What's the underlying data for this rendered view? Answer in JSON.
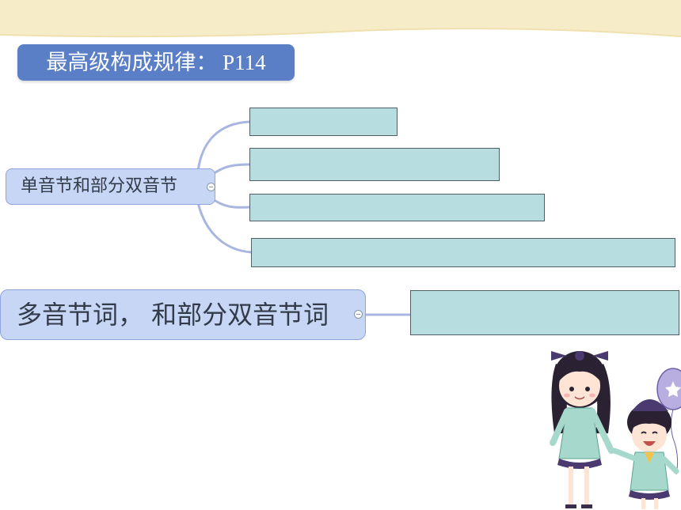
{
  "title": "最高级构成规律： P114",
  "nodes": {
    "node_1": {
      "label": "单音节和部分双音节"
    },
    "node_2": {
      "label": "多音节词， 和部分双音节词"
    }
  },
  "colors": {
    "top_band": "#f6ecc8",
    "title_pill": "#5b7fc6",
    "node_fill": "#c6d6f4",
    "connector": "#a9b6e0",
    "blank_box": "#b7dde0"
  },
  "illustration": {
    "name": "two-girls-with-balloon"
  }
}
